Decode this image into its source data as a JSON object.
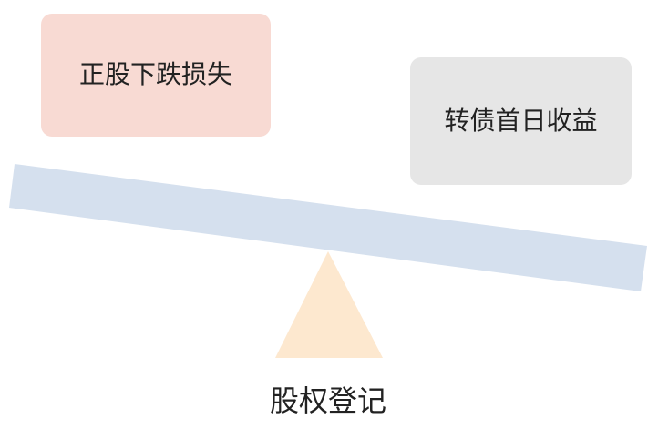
{
  "left_box": {
    "text": "正股下跌损失",
    "color": "#f8dad3"
  },
  "right_box": {
    "text": "转债首日收益",
    "color": "#e6e6e6"
  },
  "beam": {
    "color": "#d5e0ee"
  },
  "fulcrum": {
    "color": "#fde8cf",
    "label": "股权登记"
  }
}
